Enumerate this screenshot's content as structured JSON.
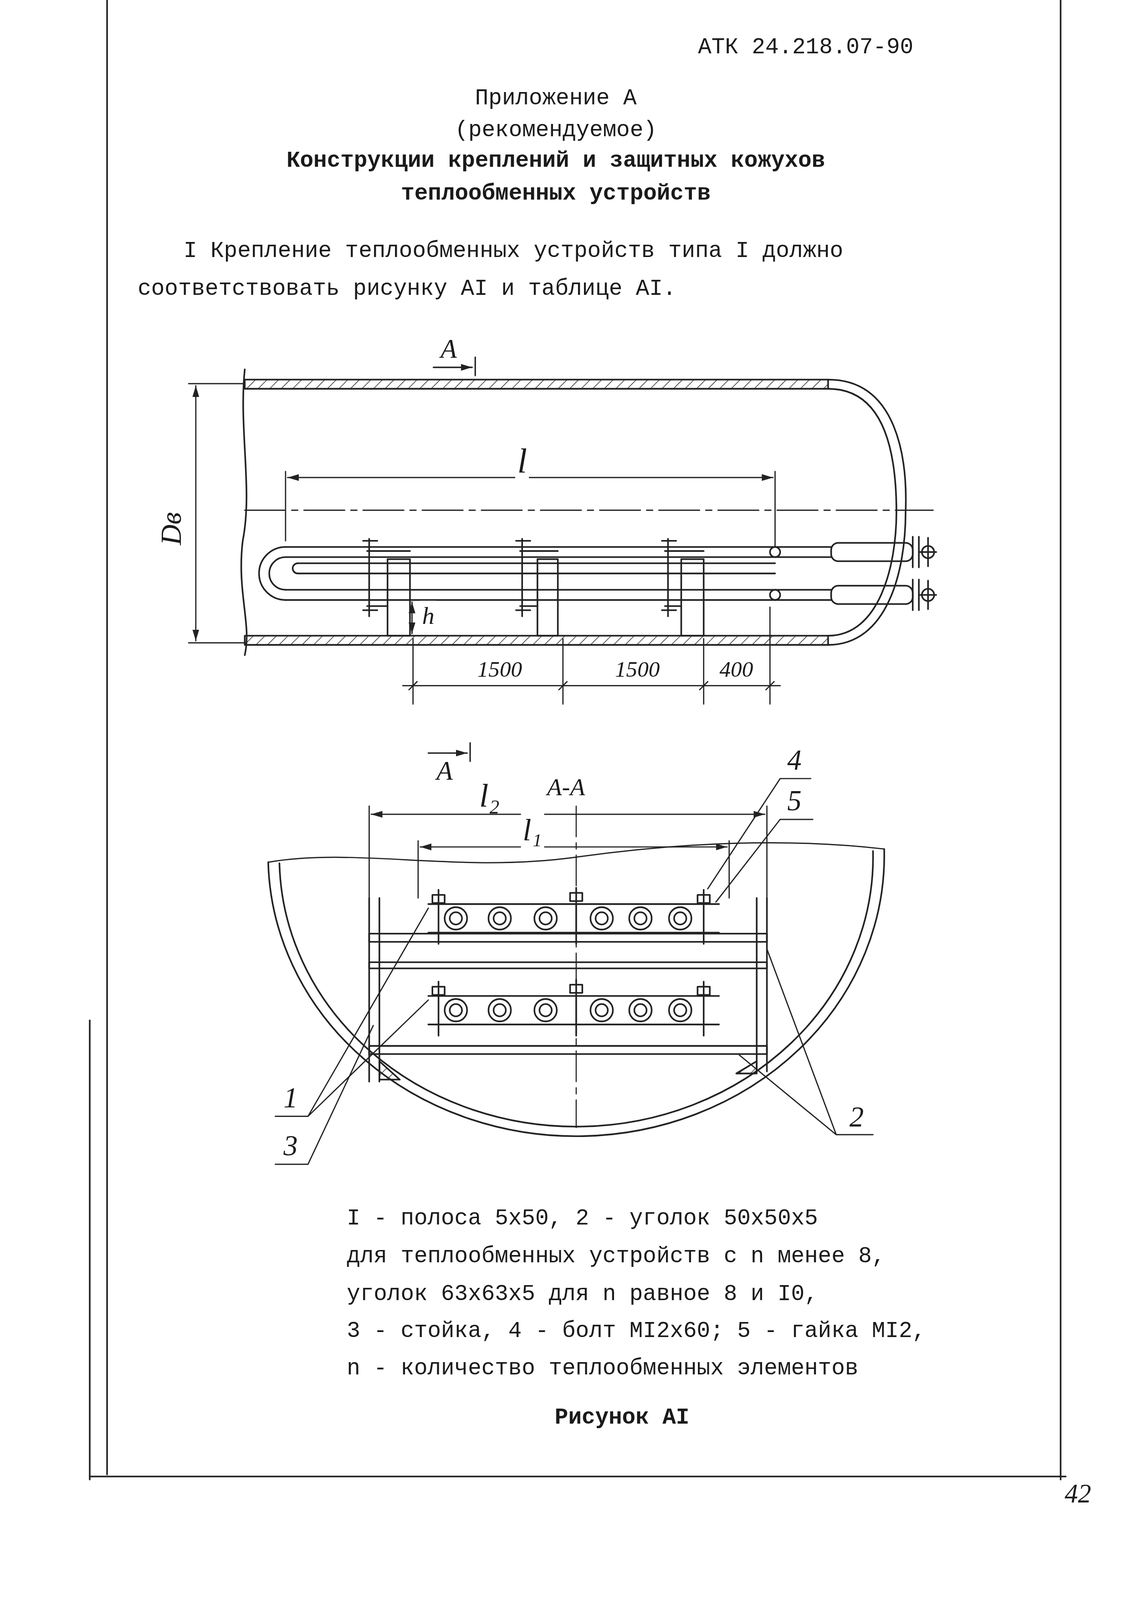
{
  "diagram": {
    "title": "Конструкции креплений и защитных кожухов теплообменных устройств",
    "caption": "Рисунок АI",
    "labels": [
      "АТК 24.218.07-90",
      "Приложение А",
      "(рекомендуемое)",
      "I Крепление теплообменных устройств типа I должно соответствовать рисунку АI и таблице АI.",
      "А",
      "l",
      "Dв",
      "h",
      "1500",
      "1500",
      "400",
      "А",
      "А-А",
      "l₂",
      "l₁",
      "4",
      "5",
      "1",
      "3",
      "2",
      "I - полоса 5x50, 2 - уголок 50x50x5",
      "для теплообменных устройств с n менее 8,",
      "уголок 63x63x5 для n равное 8 и I0,",
      "3 - стойка, 4 - болт МI2x60; 5 - гайка МI2,",
      "n - количество теплообменных элементов",
      "42"
    ]
  }
}
